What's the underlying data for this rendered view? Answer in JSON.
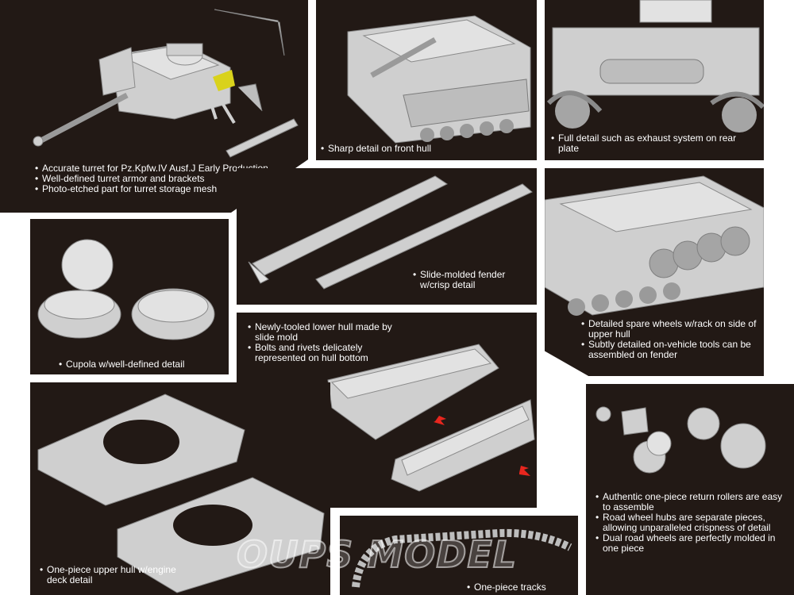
{
  "panels": {
    "turret": {
      "bullets": [
        "Accurate turret for Pz.Kpfw.IV Ausf.J Early Production",
        "Well-defined turret armor and brackets",
        "Photo-etched part for turret storage mesh"
      ]
    },
    "front_hull": {
      "bullets": [
        "Sharp detail on front hull"
      ]
    },
    "rear_plate": {
      "bullets": [
        "Full detail such as exhaust system on rear plate"
      ]
    },
    "fender": {
      "bullets": [
        "Slide-molded fender w/crisp detail"
      ]
    },
    "spare_wheels": {
      "bullets": [
        "Detailed spare wheels w/rack on side of upper hull",
        "Subtly detailed on-vehicle tools can be assembled on fender"
      ]
    },
    "cupola": {
      "bullets": [
        "Cupola w/well-defined detail"
      ]
    },
    "lower_hull": {
      "bullets": [
        "Newly-tooled lower hull made by slide mold",
        "Bolts and rivets delicately represented on hull bottom"
      ]
    },
    "upper_hull": {
      "bullets": [
        "One-piece upper hull w/engine deck detail"
      ]
    },
    "return_rollers": {
      "bullets": [
        "Authentic one-piece return rollers are easy to assemble",
        "Road wheel hubs are separate pieces, allowing unparalleled crispness of detail",
        "Dual road wheels are perfectly molded in one piece"
      ]
    },
    "tracks": {
      "bullets": [
        "One-piece tracks"
      ]
    }
  },
  "watermark": "OUPS MODEL",
  "colors": {
    "panel_bg": "#221915",
    "text": "#ffffff",
    "plastic": "#cfcfcf",
    "arrow": "#e8261e",
    "mesh": "#d9d21c"
  }
}
